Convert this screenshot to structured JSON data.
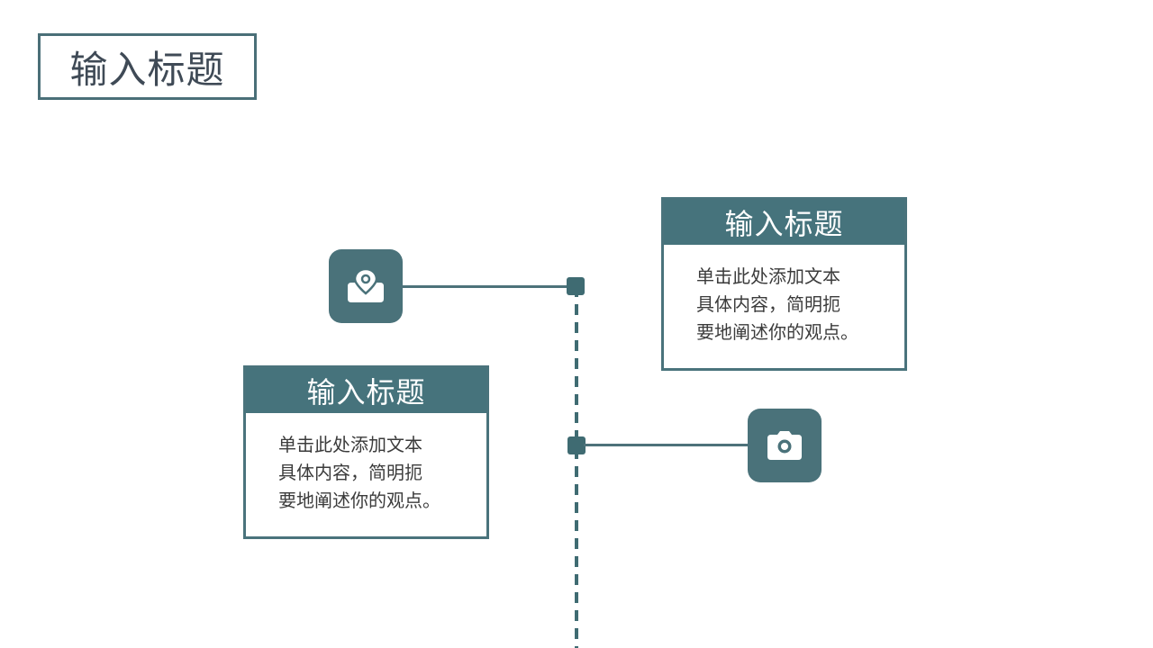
{
  "page": {
    "title": "输入标题"
  },
  "timeline": {
    "items": [
      {
        "header": "输入标题",
        "body": [
          "单击此处添加文本",
          "具体内容，简明扼",
          "要地阐述你的观点。"
        ],
        "icon": "location-pin-icon"
      },
      {
        "header": "输入标题",
        "body": [
          "单击此处添加文本",
          "具体内容，简明扼",
          "要地阐述你的观点。"
        ],
        "icon": "camera-icon"
      }
    ]
  },
  "colors": {
    "primary": "#46737c",
    "title_text": "#3f4a56",
    "body_text": "#3b3b3b"
  }
}
